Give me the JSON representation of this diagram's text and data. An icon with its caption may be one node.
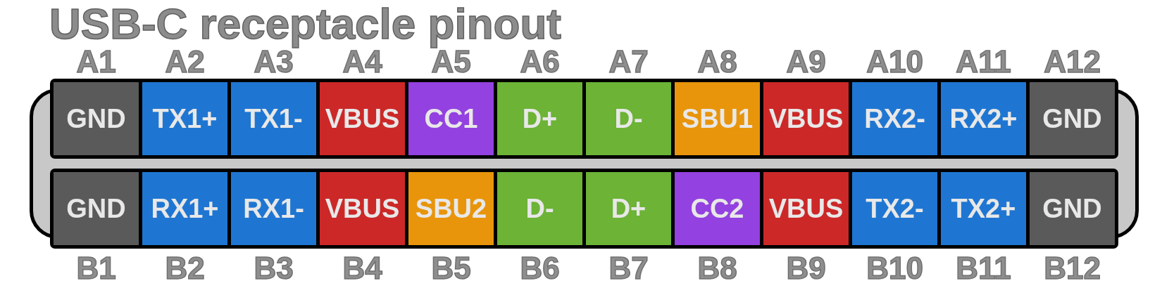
{
  "diagram": {
    "title": "USB-C receptacle pinout",
    "nodes": [
      {
        "text": [
          "GND"
        ],
        "beside": [
          "A1"
        ]
      },
      {
        "text": [
          "TX1+"
        ],
        "beside": [
          "A2"
        ]
      },
      {
        "text": [
          "TX1-"
        ],
        "beside": [
          "A3"
        ]
      },
      {
        "text": [
          "VBUS"
        ],
        "beside": [
          "A4"
        ]
      },
      {
        "text": [
          "CC1"
        ],
        "beside": [
          "A5"
        ]
      },
      {
        "text": [
          "D+"
        ],
        "beside": [
          "A6"
        ]
      },
      {
        "text": [
          "D-"
        ],
        "beside": [
          "A7"
        ]
      },
      {
        "text": [
          "SBU1"
        ],
        "beside": [
          "A8"
        ]
      },
      {
        "text": [
          "VBUS"
        ],
        "beside": [
          "A9"
        ]
      },
      {
        "text": [
          "RX2-"
        ],
        "beside": [
          "A10"
        ]
      },
      {
        "text": [
          "RX2+"
        ],
        "beside": [
          "A11"
        ]
      },
      {
        "text": [
          "GND"
        ],
        "beside": [
          "A12"
        ]
      },
      {
        "text": [
          "GND"
        ],
        "beside": [
          "B1"
        ]
      },
      {
        "text": [
          "RX1+"
        ],
        "beside": [
          "B2"
        ]
      },
      {
        "text": [
          "RX1-"
        ],
        "beside": [
          "B3"
        ]
      },
      {
        "text": [
          "VBUS"
        ],
        "beside": [
          "B4"
        ]
      },
      {
        "text": [
          "SBU2"
        ],
        "beside": [
          "B5"
        ]
      },
      {
        "text": [
          "D-"
        ],
        "beside": [
          "B6"
        ]
      },
      {
        "text": [
          "D+"
        ],
        "beside": [
          "B7"
        ]
      },
      {
        "text": [
          "CC2"
        ],
        "beside": [
          "B8"
        ]
      },
      {
        "text": [
          "VBUS"
        ],
        "beside": [
          "B9"
        ]
      },
      {
        "text": [
          "TX2-"
        ],
        "beside": [
          "B10"
        ]
      },
      {
        "text": [
          "TX2+"
        ],
        "beside": [
          "B11"
        ]
      },
      {
        "text": [
          "GND"
        ],
        "beside": [
          "B12"
        ]
      }
    ]
  }
}
